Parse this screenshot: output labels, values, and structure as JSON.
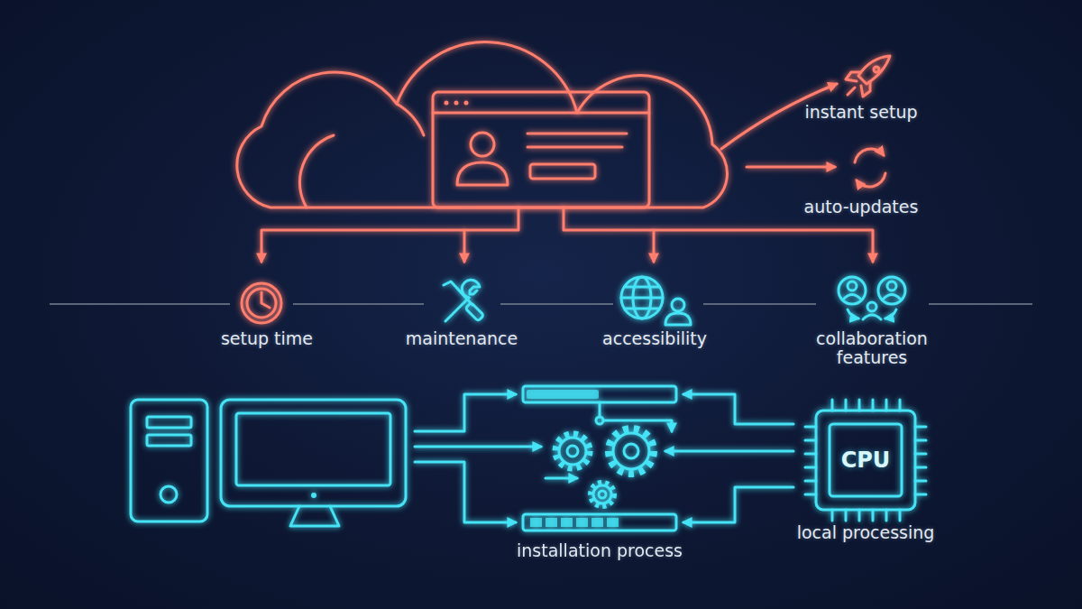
{
  "diagram": {
    "nodes": [
      {
        "text": [
          "CPU",
          "local processing"
        ]
      }
    ],
    "labels": [
      "instant setup",
      "auto-updates",
      "setup time",
      "maintenance",
      "accessibility",
      "collaboration features",
      "installation process"
    ]
  }
}
